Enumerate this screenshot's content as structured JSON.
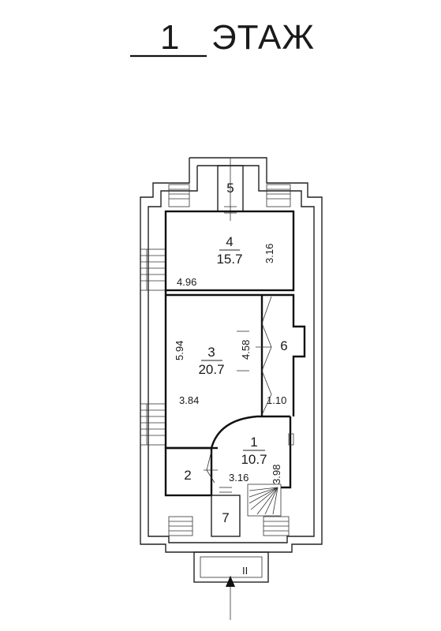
{
  "title": {
    "number": "1",
    "word": "ЭТАЖ"
  },
  "rooms": [
    {
      "id": "1",
      "label": "1",
      "area": "10.7"
    },
    {
      "id": "2",
      "label": "2"
    },
    {
      "id": "3",
      "label": "3",
      "area": "20.7"
    },
    {
      "id": "4",
      "label": "4",
      "area": "15.7"
    },
    {
      "id": "5",
      "label": "5"
    },
    {
      "id": "6",
      "label": "6"
    },
    {
      "id": "7",
      "label": "7"
    }
  ],
  "dimensions": {
    "d_316_top": "3.16",
    "d_496": "4.96",
    "d_594": "5.94",
    "d_458": "4.58",
    "d_384": "3.84",
    "d_110": "1.10",
    "d_398": "3.98",
    "d_316_bottom": "3.16"
  },
  "entrance_mark": "II"
}
